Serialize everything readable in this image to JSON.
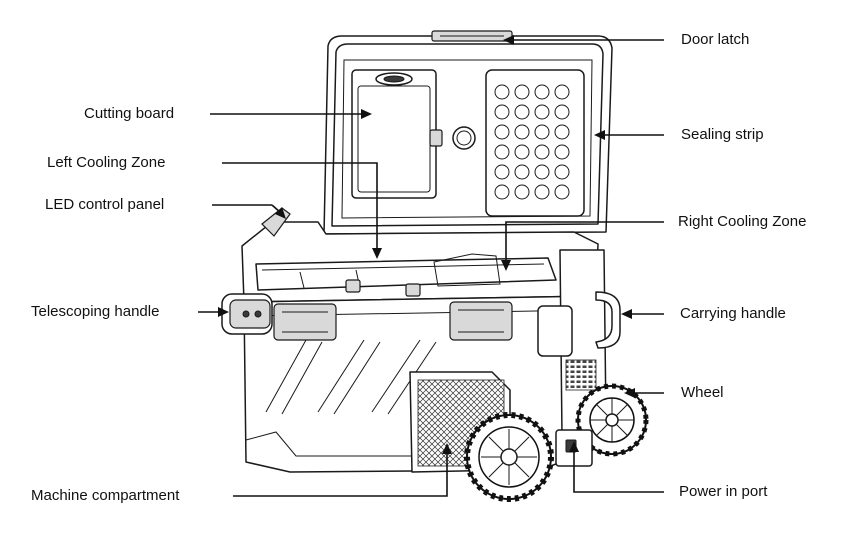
{
  "labels": {
    "door_latch": "Door latch",
    "cutting_board": "Cutting board",
    "sealing_strip": "Sealing strip",
    "left_cooling_zone": "Left Cooling Zone",
    "led_control_panel": "LED control panel",
    "right_cooling_zone": "Right Cooling Zone",
    "telescoping_handle": "Telescoping handle",
    "carrying_handle": "Carrying handle",
    "wheel": "Wheel",
    "machine_compartment": "Machine compartment",
    "power_in_port": "Power in port"
  },
  "colors": {
    "ink": "#111111",
    "background": "#ffffff"
  }
}
